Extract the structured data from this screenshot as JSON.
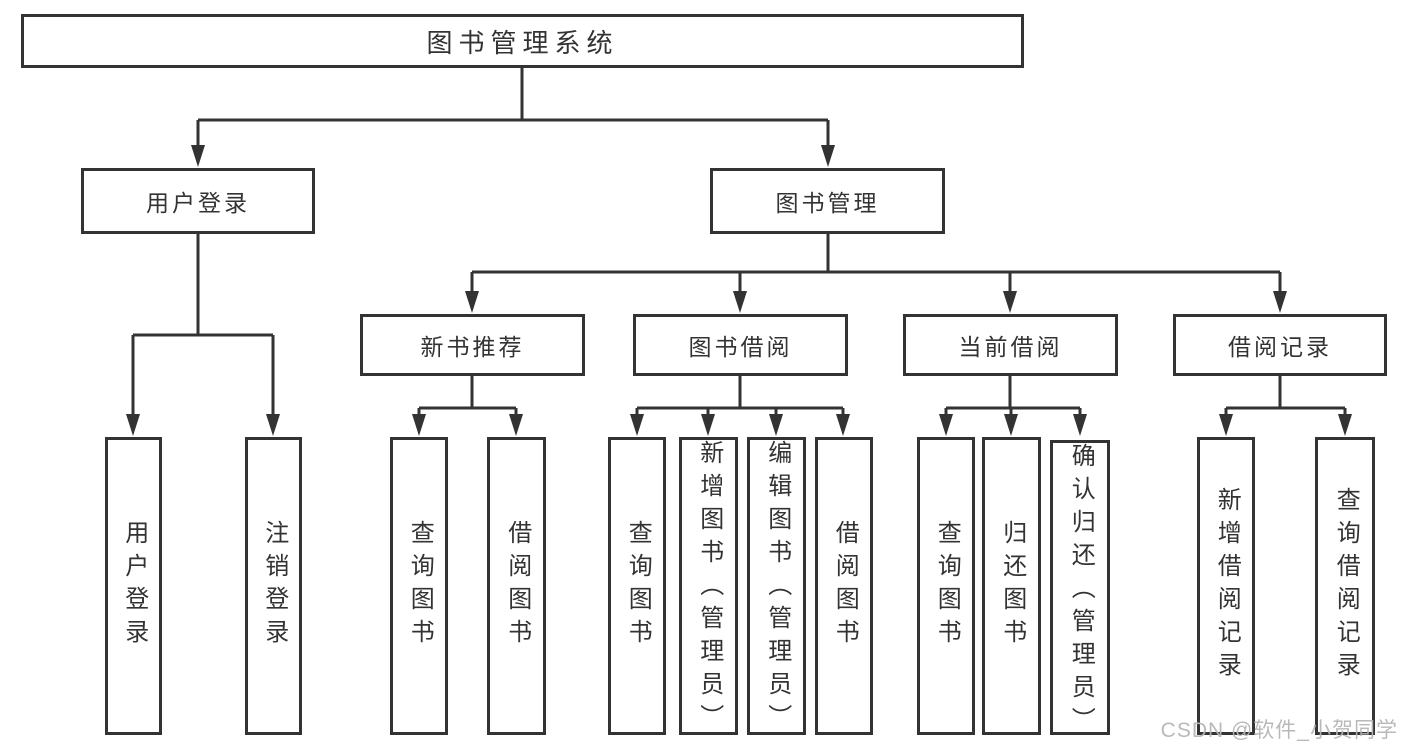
{
  "colors": {
    "line": "#333333",
    "text": "#333333",
    "watermark": "#b6b6b6",
    "background": "#ffffff"
  },
  "watermark": {
    "text": "CSDN @软件_小贺同学"
  },
  "root": {
    "label": "图书管理系统",
    "children": [
      {
        "label": "用户登录",
        "children": [
          {
            "label": "用户登录"
          },
          {
            "label": "注销登录"
          }
        ]
      },
      {
        "label": "图书管理",
        "children": [
          {
            "label": "新书推荐",
            "children": [
              {
                "label": "查询图书"
              },
              {
                "label": "借阅图书"
              }
            ]
          },
          {
            "label": "图书借阅",
            "children": [
              {
                "label": "查询图书"
              },
              {
                "label": "新增图书（管理员）"
              },
              {
                "label": "编辑图书（管理员）"
              },
              {
                "label": "借阅图书"
              }
            ]
          },
          {
            "label": "当前借阅",
            "children": [
              {
                "label": "查询图书"
              },
              {
                "label": "归还图书"
              },
              {
                "label": "确认归还（管理员）"
              }
            ]
          },
          {
            "label": "借阅记录",
            "children": [
              {
                "label": "新增借阅记录"
              },
              {
                "label": "查询借阅记录"
              }
            ]
          }
        ]
      }
    ]
  }
}
